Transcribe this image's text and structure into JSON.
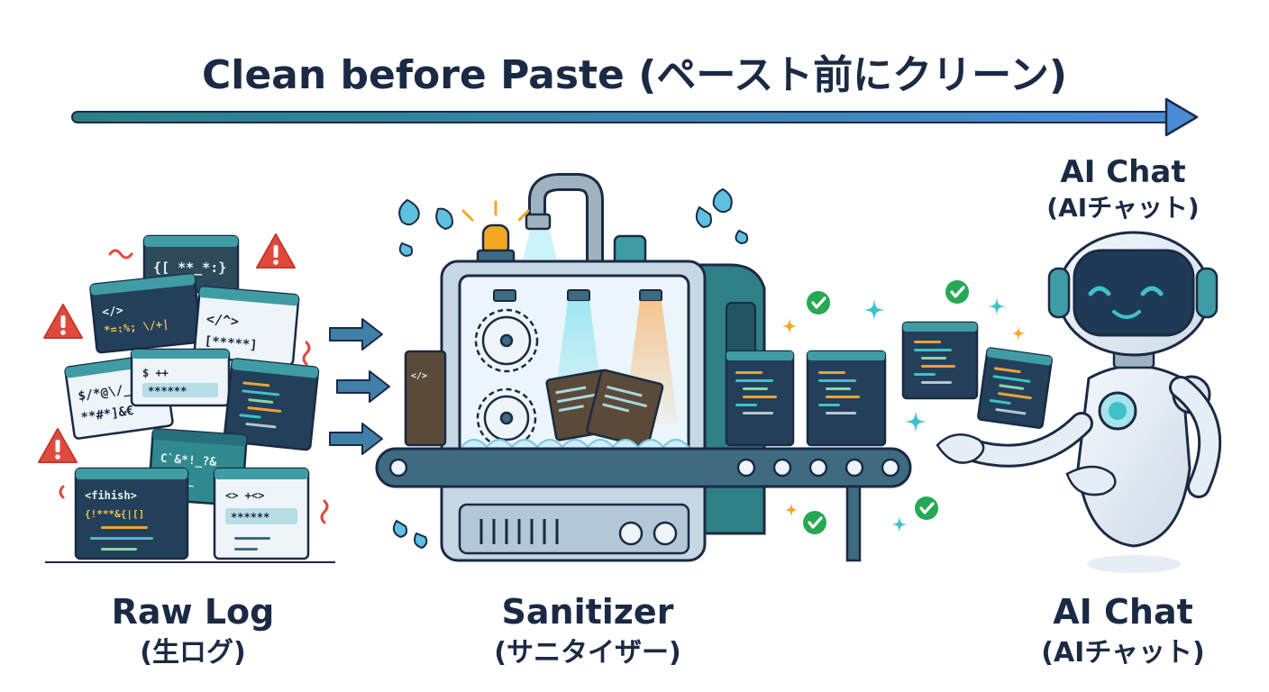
{
  "title": "Clean before Paste (ペースト前にクリーン)",
  "stages": {
    "raw": {
      "label": "Raw Log",
      "sublabel": "(生ログ)"
    },
    "sanitizer": {
      "label": "Sanitizer",
      "sublabel": "(サニタイザー)"
    },
    "ai": {
      "label": "AI Chat",
      "sublabel": "(AIチャット)"
    }
  },
  "ai_header": {
    "label": "AI Chat",
    "sublabel": "(AIチャット)"
  },
  "raw_cards": [
    {
      "line1": "{[ **_*:}",
      "line2": ""
    },
    {
      "line1": "</>",
      "line2": "*=:%; \\/+|"
    },
    {
      "line1": "</^>",
      "line2": "[*****]"
    },
    {
      "line1": "$/*@\\/_",
      "line2": "**#*]&€"
    },
    {
      "line1": "$ ++",
      "line2": "******"
    },
    {
      "line1": "C`&*!_?&",
      "line2": "/<\\*_"
    },
    {
      "line1": "<fihish>",
      "line2": "{!***&{|[]"
    },
    {
      "line1": "<> +<>",
      "line2": "******"
    }
  ],
  "colors": {
    "ink": "#1b2a44",
    "teal": "#2f8a95",
    "navy": "#23405a",
    "warning": "#e04a3c",
    "check": "#27a853",
    "arrow_start": "#2a7f86",
    "arrow_end": "#4b8bd6"
  },
  "icons": [
    "warning-icon",
    "checkmark-icon",
    "sparkle-icon",
    "water-splash-icon",
    "faucet-icon",
    "robot-icon",
    "arrow-right-icon"
  ]
}
